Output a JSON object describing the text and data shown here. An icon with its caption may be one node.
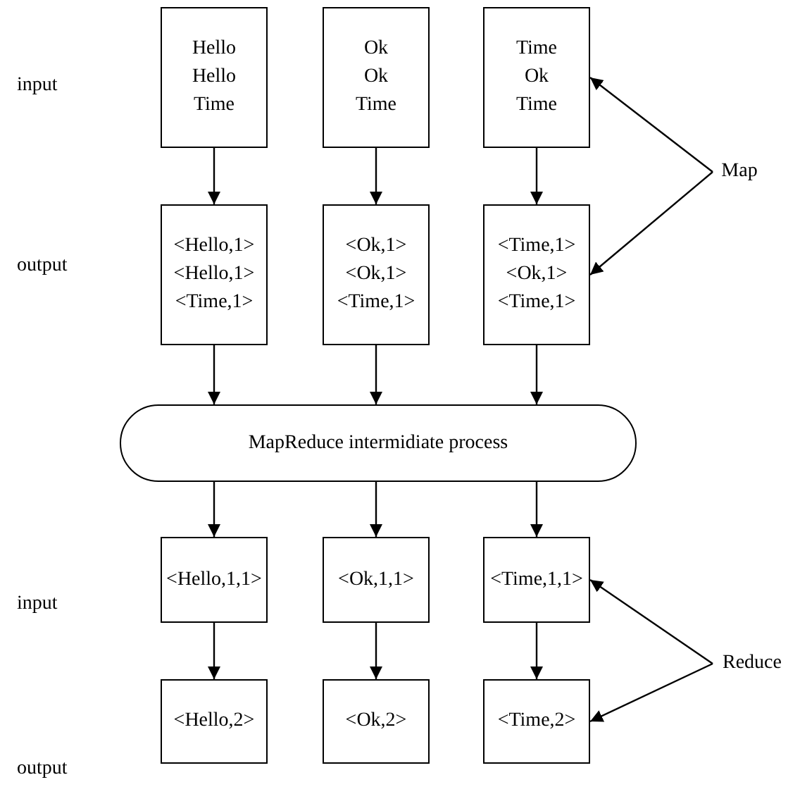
{
  "diagram": {
    "nodes": [
      {
        "text": [
          "Hello Hello Time"
        ]
      },
      {
        "text": [
          "Ok Ok Time"
        ]
      },
      {
        "text": [
          "Time Ok Time"
        ]
      },
      {
        "text": [
          "<Hello,1> <Hello,1> <Time,1>"
        ]
      },
      {
        "text": [
          "<Ok,1> <Ok,1> <Time,1>"
        ]
      },
      {
        "text": [
          "<Time,1> <Ok,1> <Time,1>"
        ]
      },
      {
        "text": [
          "MapReduce intermidiate process"
        ]
      },
      {
        "text": [
          "<Hello,1,1>"
        ]
      },
      {
        "text": [
          "<Ok,1,1>"
        ]
      },
      {
        "text": [
          "<Time,1,1>"
        ]
      },
      {
        "text": [
          "<Hello,2>"
        ]
      },
      {
        "text": [
          "<Ok,2>"
        ]
      },
      {
        "text": [
          "<Time,2>"
        ]
      },
      {
        "text": [
          "Map"
        ]
      },
      {
        "text": [
          "Reduce"
        ]
      }
    ],
    "edges": [
      {
        "from": 0,
        "to": 3,
        "arrow": "to"
      },
      {
        "from": 1,
        "to": 4,
        "arrow": "to"
      },
      {
        "from": 2,
        "to": 5,
        "arrow": "to"
      },
      {
        "from": 3,
        "to": 6,
        "arrow": "to"
      },
      {
        "from": 4,
        "to": 6,
        "arrow": "to"
      },
      {
        "from": 5,
        "to": 6,
        "arrow": "to"
      },
      {
        "from": 6,
        "to": 7,
        "arrow": "to"
      },
      {
        "from": 6,
        "to": 8,
        "arrow": "to"
      },
      {
        "from": 6,
        "to": 9,
        "arrow": "to"
      },
      {
        "from": 7,
        "to": 10,
        "arrow": "to"
      },
      {
        "from": 8,
        "to": 11,
        "arrow": "to"
      },
      {
        "from": 9,
        "to": 12,
        "arrow": "to"
      },
      {
        "from": 13,
        "to": 2,
        "arrow": "to"
      },
      {
        "from": 13,
        "to": 5,
        "arrow": "to"
      },
      {
        "from": 14,
        "to": 9,
        "arrow": "to"
      },
      {
        "from": 14,
        "to": 12,
        "arrow": "to"
      }
    ],
    "labels": [
      "input",
      "output",
      "input",
      "output"
    ]
  }
}
